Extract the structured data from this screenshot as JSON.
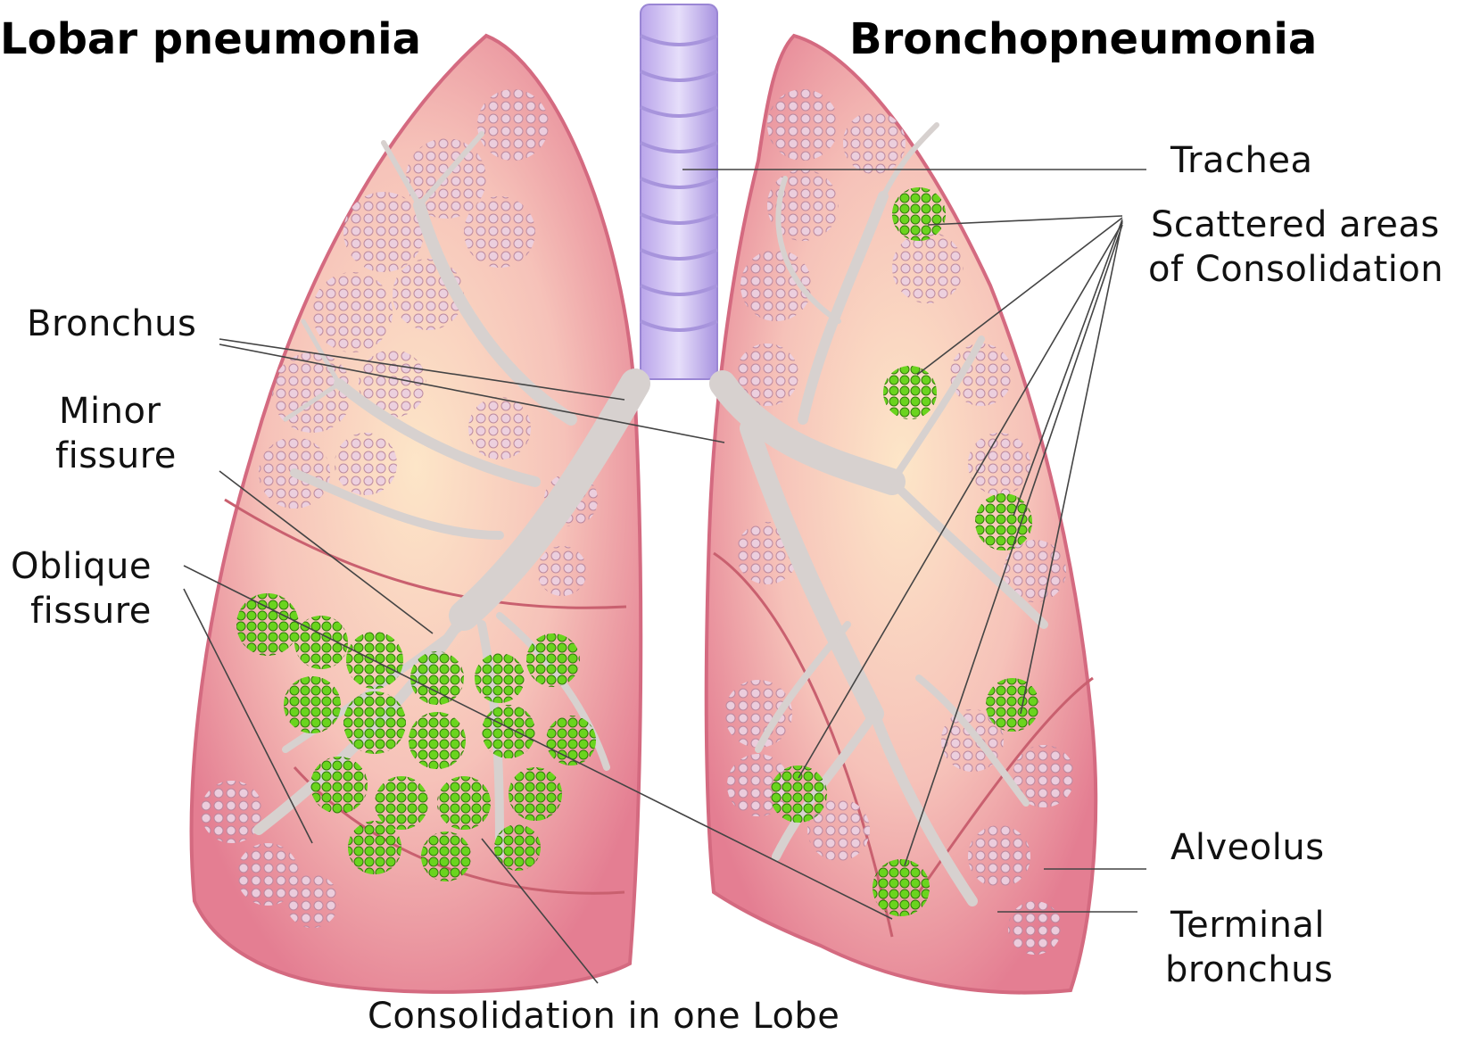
{
  "titles": {
    "left": "Lobar pneumonia",
    "right": "Bronchopneumonia"
  },
  "labels": {
    "bronchus": "Bronchus",
    "minor_fissure_1": "Minor",
    "minor_fissure_2": "fissure",
    "oblique_fissure_1": "Oblique",
    "oblique_fissure_2": "fissure",
    "trachea": "Trachea",
    "scattered_1": "Scattered areas",
    "scattered_2": "of Consolidation",
    "alveolus": "Alveolus",
    "terminal_1": "Terminal",
    "terminal_2": "bronchus",
    "consolidation_lobe": "Consolidation in one Lobe"
  },
  "colors": {
    "lung_pink": "#e98a9b",
    "lung_light": "#f6c2b9",
    "lung_inner": "#fde6c8",
    "trachea": "#c9b8ee",
    "bronchi": "#d6d0cf",
    "alveoli": "#e9c9dc",
    "consolidation": "#6ad41e",
    "leader_line": "#444444"
  }
}
